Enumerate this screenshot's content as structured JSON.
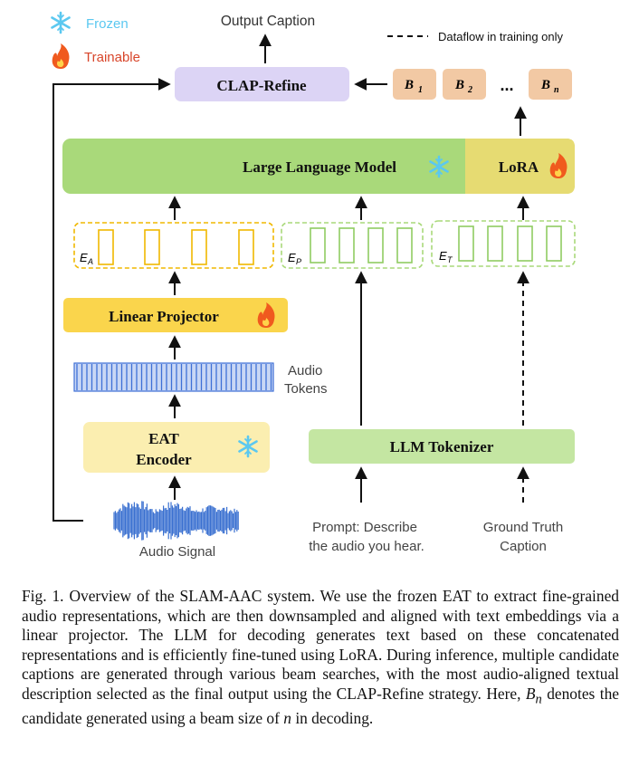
{
  "legend": {
    "frozen_label": "Frozen",
    "trainable_label": "Trainable",
    "dataflow_label": "Dataflow in training only"
  },
  "boxes": {
    "output_caption": "Output Caption",
    "clap_refine": "CLAP-Refine",
    "candidates": [
      "B",
      "B",
      "B"
    ],
    "candidate_subscripts": [
      "1",
      "2",
      "n"
    ],
    "ellipsis": "...",
    "llm": "Large Language Model",
    "lora": "LoRA",
    "linear_projector": "Linear Projector",
    "audio_tokens_line1": "Audio",
    "audio_tokens_line2": "Tokens",
    "eat_line1": "EAT",
    "eat_line2": "Encoder",
    "llm_tokenizer": "LLM Tokenizer",
    "audio_signal": "Audio Signal",
    "prompt_line1": "Prompt: Describe",
    "prompt_line2": "the audio you hear.",
    "gt_line1": "Ground Truth",
    "gt_line2": "Caption",
    "emb_audio": "E",
    "emb_audio_sub": "A",
    "emb_prompt": "E",
    "emb_prompt_sub": "P",
    "emb_text": "E",
    "emb_text_sub": "T"
  },
  "caption": {
    "part1": "Fig. 1.  Overview of the SLAM-AAC system. We use the frozen EAT to extract fine-grained audio representations, which are then downsampled and aligned with text embeddings via a linear projector. The LLM for decoding generates text based on these concatenated representations and is efficiently fine-tuned using LoRA. During inference, multiple candidate captions are generated through various beam searches, with the most audio-aligned textual description selected as the final output using the CLAP-Refine strategy. Here,",
    "math_b": "B",
    "math_b_sub": "n",
    "part2": "denotes the candidate generated using a beam size of",
    "math_n": "n",
    "part3": "in decoding."
  },
  "colors": {
    "frozen_blue": "#5bc8f0",
    "trainable_orange": "#f05a1e",
    "clap_refine": "#dcd4f5",
    "candidate": "#f2c9a4",
    "llm_green": "#a9d97a",
    "lora_yellow": "#e6db72",
    "projector_yellow": "#fad54c",
    "eat_cream": "#fbeeb0",
    "tokenizer_green": "#c4e6a2",
    "audio_token_blue": "#3e6fd6",
    "waveform_blue": "#3a70d0"
  }
}
